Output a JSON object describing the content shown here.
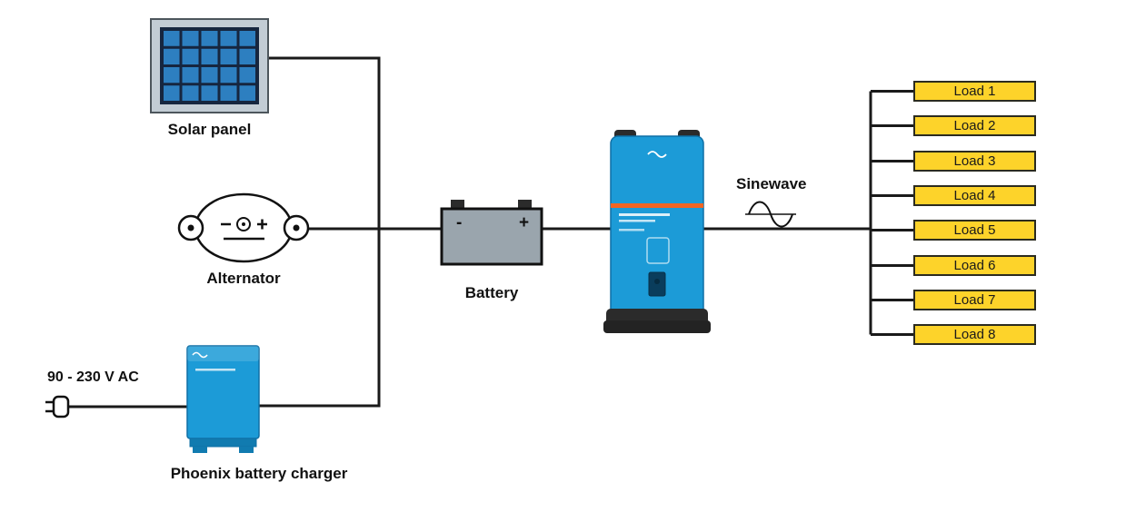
{
  "components": {
    "solar_panel": {
      "label": "Solar panel"
    },
    "alternator": {
      "label": "Alternator"
    },
    "ac_input": {
      "label": "90 - 230 V AC"
    },
    "charger": {
      "label": "Phoenix battery charger"
    },
    "battery": {
      "label": "Battery",
      "minus": "-",
      "plus": "+"
    },
    "sinewave": {
      "label": "Sinewave"
    }
  },
  "loads": [
    "Load 1",
    "Load 2",
    "Load 3",
    "Load 4",
    "Load 5",
    "Load 6",
    "Load 7",
    "Load 8"
  ],
  "colors": {
    "wire": "#1a1a1a",
    "load_fill": "#fdd32a",
    "victron_blue": "#1c9bd7",
    "orange_stripe": "#f26522",
    "battery_gray": "#9aa5ad",
    "solar_cell_blue": "#2d7fc0"
  }
}
